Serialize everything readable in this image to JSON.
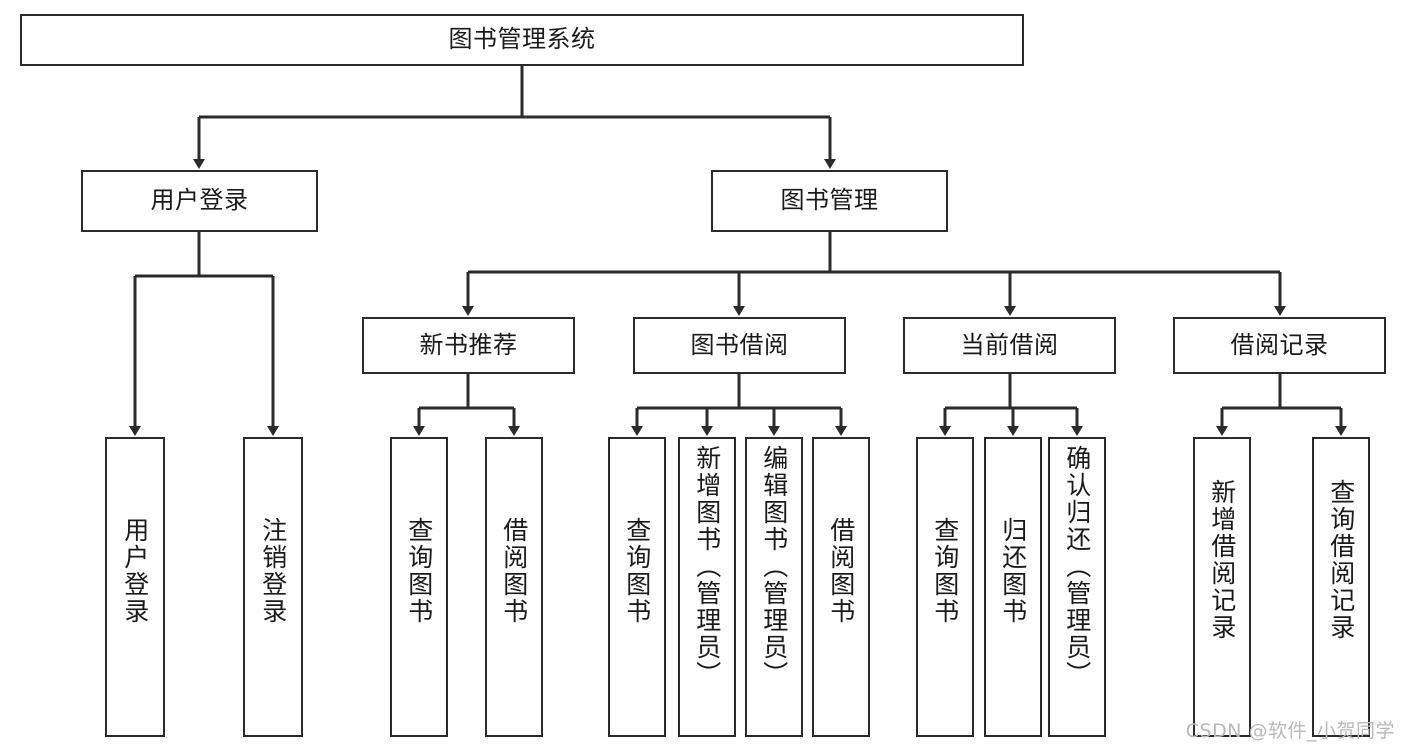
{
  "diagram": {
    "title": "图书管理系统",
    "type": "tree",
    "root": {
      "id": "root",
      "label": "图书管理系统"
    },
    "level1": [
      {
        "id": "user-login",
        "label": "用户登录"
      },
      {
        "id": "book-manage",
        "label": "图书管理"
      }
    ],
    "level2": [
      {
        "id": "new-book-rec",
        "label": "新书推荐",
        "parent": "book-manage"
      },
      {
        "id": "book-borrow",
        "label": "图书借阅",
        "parent": "book-manage"
      },
      {
        "id": "current-borrow",
        "label": "当前借阅",
        "parent": "book-manage"
      },
      {
        "id": "borrow-record",
        "label": "借阅记录",
        "parent": "book-manage"
      }
    ],
    "leaves": [
      {
        "id": "leaf-user-login",
        "label": "用户登录",
        "parent": "user-login"
      },
      {
        "id": "leaf-logout",
        "label": "注销登录",
        "parent": "user-login"
      },
      {
        "id": "leaf-query-book-1",
        "label": "查询图书",
        "parent": "new-book-rec"
      },
      {
        "id": "leaf-borrow-book-1",
        "label": "借阅图书",
        "parent": "new-book-rec"
      },
      {
        "id": "leaf-query-book-2",
        "label": "查询图书",
        "parent": "book-borrow"
      },
      {
        "id": "leaf-add-book",
        "label": "新增图书（管理员）",
        "parent": "book-borrow"
      },
      {
        "id": "leaf-edit-book",
        "label": "编辑图书（管理员）",
        "parent": "book-borrow"
      },
      {
        "id": "leaf-borrow-book-2",
        "label": "借阅图书",
        "parent": "book-borrow"
      },
      {
        "id": "leaf-query-book-3",
        "label": "查询图书",
        "parent": "current-borrow"
      },
      {
        "id": "leaf-return-book",
        "label": "归还图书",
        "parent": "current-borrow"
      },
      {
        "id": "leaf-confirm-return",
        "label": "确认归还（管理员）",
        "parent": "current-borrow"
      },
      {
        "id": "leaf-add-record",
        "label": "新增借阅记录",
        "parent": "borrow-record"
      },
      {
        "id": "leaf-query-record",
        "label": "查询借阅记录",
        "parent": "borrow-record"
      }
    ],
    "watermark": "CSDN @软件_小贺同学",
    "colors": {
      "stroke": "#2b2b2b",
      "fill": "#ffffff",
      "text": "#1a1a1a",
      "watermark": "#b9b9b9"
    }
  }
}
